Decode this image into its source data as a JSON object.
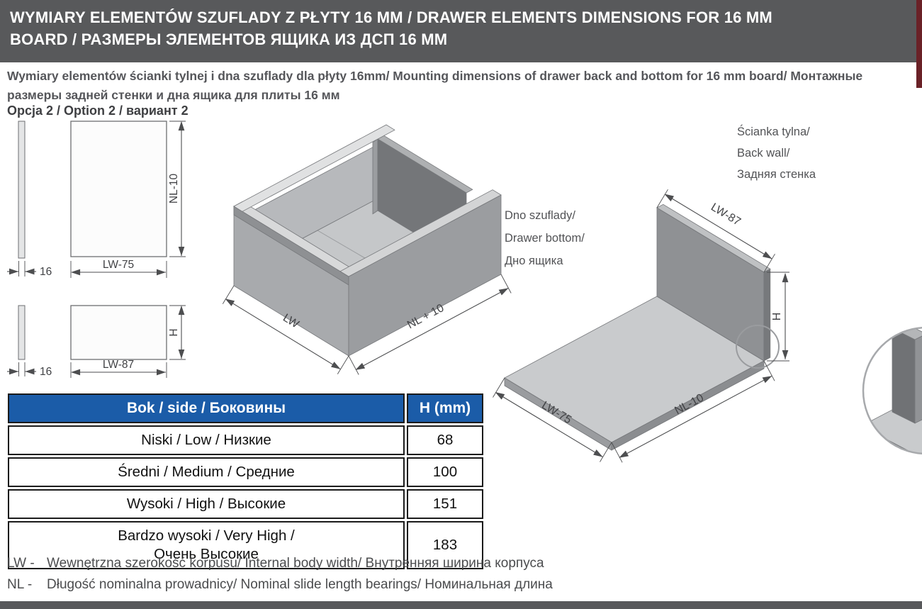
{
  "page": {
    "header_title": "WYMIARY ELEMENTÓW SZUFLADY Z PŁYTY 16 MM / DRAWER ELEMENTS DIMENSIONS FOR 16 MM BOARD / РАЗМЕРЫ ЭЛЕМЕНТОВ ЯЩИКА ИЗ ДСП 16 ММ",
    "subtitle": "Wymiary elementów ścianki tylnej i dna szuflady dla płyty 16mm/ Mounting dimensions of drawer back and bottom for 16 mm board/ Монтажные размеры задней стенки и дна ящика для плиты 16 мм",
    "option_label": "Opcja 2 / Option 2 / вариант 2"
  },
  "diagram": {
    "flat_top": {
      "thickness": "16",
      "width": "LW-75",
      "height": "NL-10"
    },
    "flat_bottom": {
      "thickness": "16",
      "width": "LW-87",
      "height": "H"
    },
    "drawer": {
      "dim_width": "LW",
      "dim_depth": "NL + 10",
      "label": [
        "Dno szuflady/",
        "Drawer bottom/",
        "Дно ящика"
      ]
    },
    "back_wall": {
      "dim_top": "LW-87",
      "dim_height": "H",
      "dim_depth": "NL-10",
      "dim_width": "LW-75",
      "label": [
        "Ścianka tylna/",
        "Back wall/",
        "Задняя стенка"
      ]
    }
  },
  "table": {
    "headers": [
      "Bok / side / Боковины",
      "H (mm)"
    ],
    "rows": [
      {
        "label": "Niski / Low / Низкие",
        "value": "68"
      },
      {
        "label": "Średni / Medium / Средние",
        "value": "100"
      },
      {
        "label": "Wysoki / High / Высокие",
        "value": "151"
      },
      {
        "label": "Bardzo wysoki / Very High /\nОчень Высокие",
        "value": "183"
      }
    ]
  },
  "legend": [
    {
      "term": "LW -",
      "text": "Wewnętrzna szerokość korpusu/ Internal body width/ Внутренняя ширина корпуса"
    },
    {
      "term": "NL -",
      "text": "Długość nominalna prowadnicy/ Nominal slide length bearings/ Номинальная длина"
    }
  ],
  "colors": {
    "header_bg": "#58595b",
    "table_header_bg": "#1b5ca8",
    "edge_marker": "#6a2127",
    "footer_bar": "#58595b"
  }
}
